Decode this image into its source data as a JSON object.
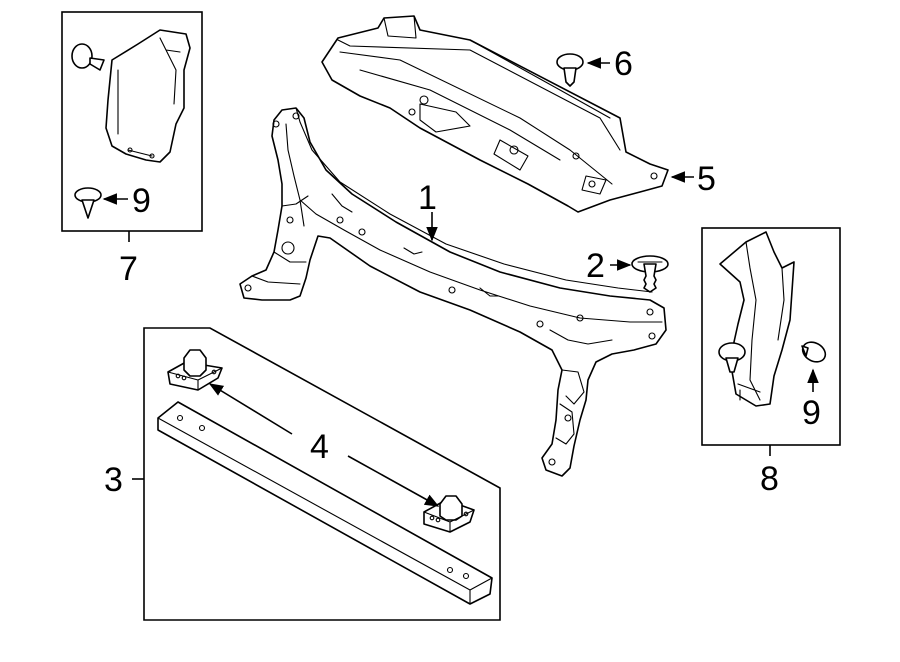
{
  "diagram": {
    "callouts": {
      "c1": "1",
      "c2": "2",
      "c3": "3",
      "c4": "4",
      "c5": "5",
      "c6": "6",
      "c7": "7",
      "c8": "8",
      "c9a": "9",
      "c9b": "9"
    },
    "colors": {
      "line": "#000000",
      "background": "#ffffff"
    }
  }
}
